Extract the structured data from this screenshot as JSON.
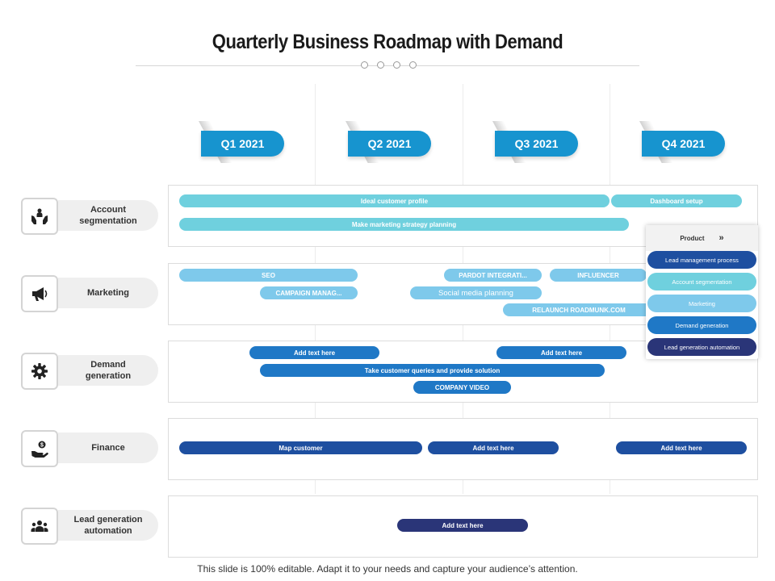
{
  "title": "Quarterly Business Roadmap with Demand",
  "quarters": [
    "Q1 2021",
    "Q2 2021",
    "Q3 2021",
    "Q4 2021"
  ],
  "rows": [
    {
      "label": "Account\nsegmentation",
      "icon": "hands-people-icon"
    },
    {
      "label": "Marketing",
      "icon": "megaphone-icon"
    },
    {
      "label": "Demand\ngeneration",
      "icon": "gear-icon"
    },
    {
      "label": "Finance",
      "icon": "money-hand-icon"
    },
    {
      "label": "Lead generation\nautomation",
      "icon": "group-icon"
    }
  ],
  "bars": {
    "ideal_profile": "Ideal customer profile",
    "dashboard_setup": "Dashboard setup",
    "marketing_strategy": "Make marketing strategy planning",
    "seo": "SEO",
    "pardot": "PARDOT INTEGRATI...",
    "influencer": "INFLUENCER",
    "campaign": "CAMPAIGN MANAG...",
    "social_media": "Social media planning",
    "relaunch": "RELAUNCH ROADMUNK.COM",
    "demand_add1": "Add text here",
    "demand_add2": "Add text here",
    "customer_queries": "Take customer queries and provide solution",
    "company_video": "COMPANY VIDEO",
    "map_customer": "Map customer",
    "finance_add1": "Add text here",
    "finance_add2": "Add text here",
    "lead_add": "Add text here"
  },
  "legend": {
    "header": "Product",
    "header_icon": "double-chevron-right-icon",
    "items": [
      "Lead management process",
      "Account segmentation",
      "Marketing",
      "Demand generation",
      "Lead generation automation"
    ]
  },
  "colors": {
    "account": "#6fd0de",
    "marketing": "#7ec9eb",
    "demand": "#1f78c6",
    "finance": "#1e4fa0",
    "lead": "#2a3578",
    "quarter": "#1794cf"
  },
  "footer": "This slide is 100% editable. Adapt it to your needs and capture your audience’s attention."
}
